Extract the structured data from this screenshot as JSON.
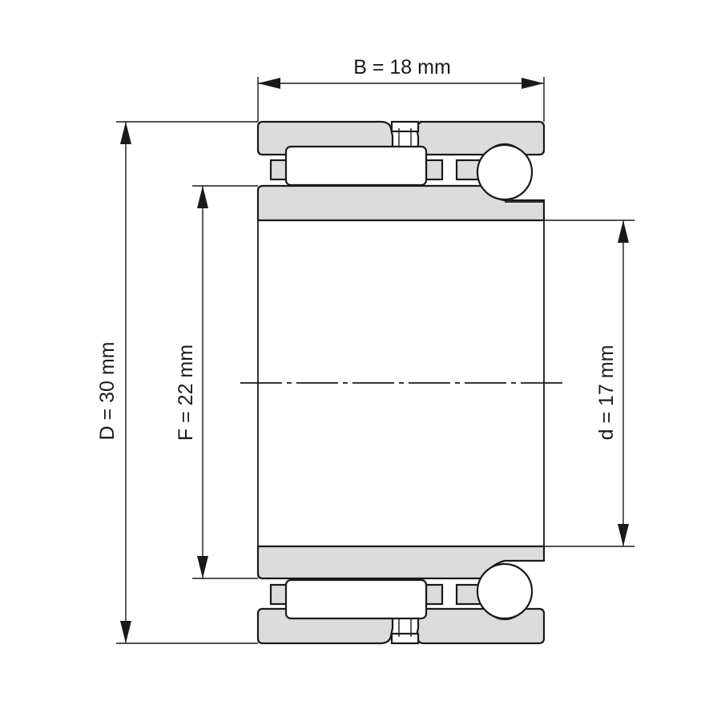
{
  "dimensions": {
    "width_label": "B = 18 mm",
    "outer_diameter_label": "D = 30 mm",
    "raceway_diameter_label": "F = 22 mm",
    "bore_diameter_label": "d = 17 mm"
  },
  "colors": {
    "line": "#1a1a1a",
    "section_fill": "#dcdcdc",
    "background": "#ffffff"
  }
}
